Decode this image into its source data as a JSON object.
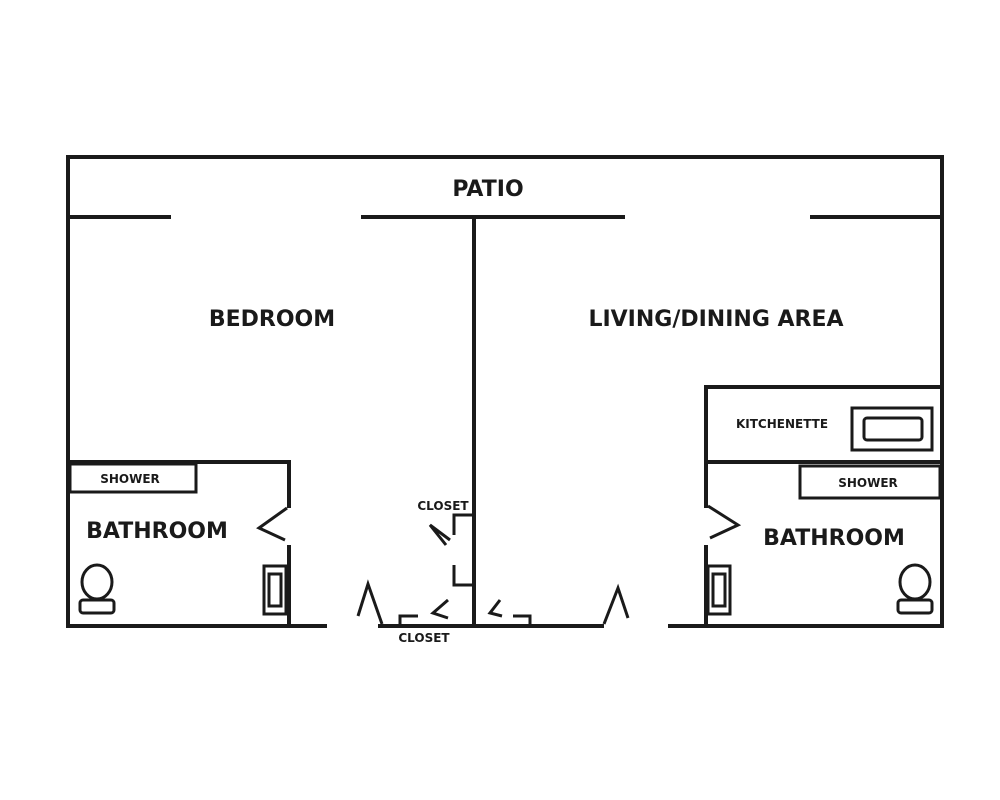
{
  "rooms": {
    "patio": "PATIO",
    "bedroom": "BEDROOM",
    "living": "LIVING/DINING AREA",
    "kitchenette": "KITCHENETTE",
    "shower_left": "SHOWER",
    "shower_right": "SHOWER",
    "bathroom_left": "BATHROOM",
    "bathroom_right": "BATHROOM",
    "closet_upper": "CLOSET",
    "closet_lower": "CLOSET"
  }
}
